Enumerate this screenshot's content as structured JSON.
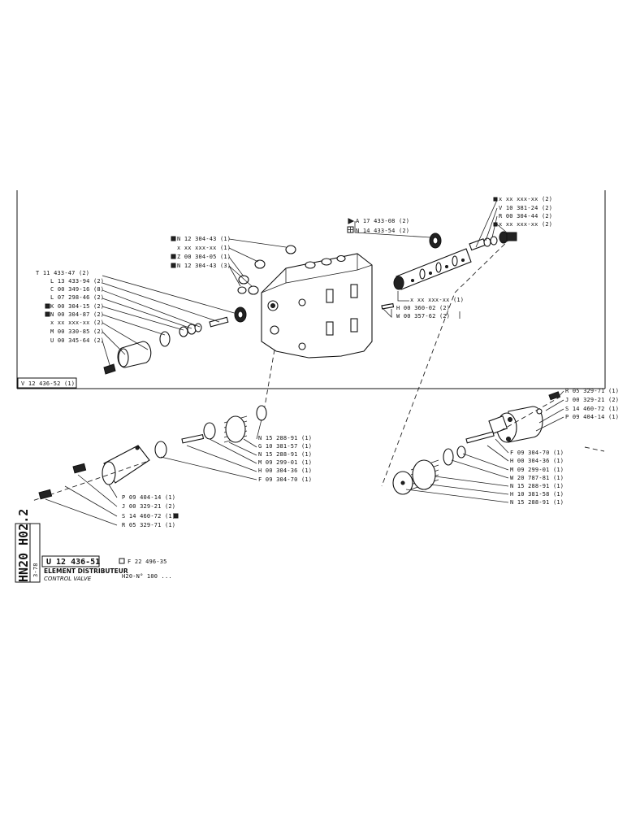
{
  "sheet": {
    "side_code": "HN20 H02.2",
    "side_date": "3-78",
    "ref_number": "U 12 436-51",
    "ref_figure": "F 22 496-35",
    "title_fr": "ELEMENT DISTRIBUTEUR",
    "title_en": "CONTROL VALVE",
    "model": "H20-N° 100 ...",
    "frame_label": "V 12 436-52 (1)"
  },
  "labels": {
    "top_center": [
      "A 17 433-08 (2)",
      "N 14 433-54 (2)"
    ],
    "top_right": [
      "x xx xxx-xx (2)",
      "V 10 381-24 (2)",
      "R 00 304-44 (2)",
      "x xx xxx-xx (2)"
    ],
    "upper_mid": [
      "N 12 304-43 (1)",
      "x xx xxx-xx (1)",
      "Z 00 304-05 (1)",
      "N 12 304-43 (3)"
    ],
    "left_list": [
      "T 11 433-47 (2)",
      "L 13 433-94 (2)",
      "C 00 349-16 (8)",
      "L 07 298-46 (2)",
      "K 00 304-15 (2)",
      "N 00 304-87 (2)",
      "x xx xxx-xx (2)",
      "M 00 330-85 (2)",
      "U 00 345-64 (2)"
    ],
    "spool_mid": [
      "x xx xxx-xx (1)",
      "H 00 360-02 (2)",
      "W 00 357-62 (2)"
    ],
    "lower_center": [
      "N 15 288-91 (1)",
      "G 10 381-57 (1)",
      "N 15 288-91 (1)",
      "M 09 299-01 (1)",
      "H 00 304-36 (1)",
      "F 09 304-70 (1)"
    ],
    "lower_left": [
      "P 09 404-14 (1)",
      "J 00 329-21 (2)",
      "S 14 460-72 (1)",
      "R 05 329-71 (1)"
    ],
    "right_cap": [
      "R 05 329-71 (1)",
      "J 00 329-21 (2)",
      "S 14 460-72 (1)",
      "P 09 404-14 (1)"
    ],
    "right_lower": [
      "F 09 304-70 (1)",
      "H 00 304-36 (1)",
      "M 09 299-01 (1)",
      "W 20 787-81 (1)",
      "N 15 288-91 (1)",
      "H 10 381-58 (1)",
      "N 15 288-91 (1)"
    ]
  }
}
